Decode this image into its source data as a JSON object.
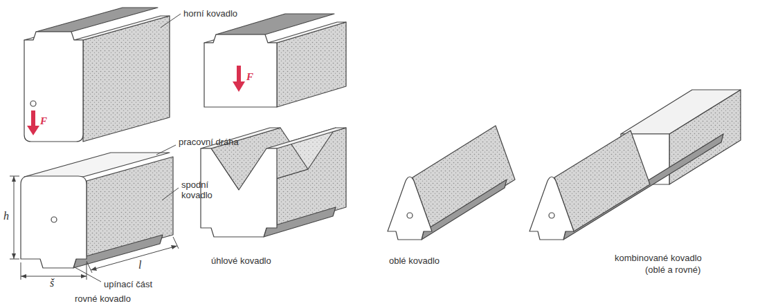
{
  "diagram": {
    "labels": [
      "horní kovadlo",
      "F",
      "pracovní dráha",
      "spodní kovadlo",
      "h",
      "l",
      "š",
      "upínací část",
      "rovné kovadlo",
      "F",
      "úhlové kovadlo",
      "oblé kovadlo",
      "kombinované kovadlo",
      "(oblé a rovné)"
    ]
  }
}
